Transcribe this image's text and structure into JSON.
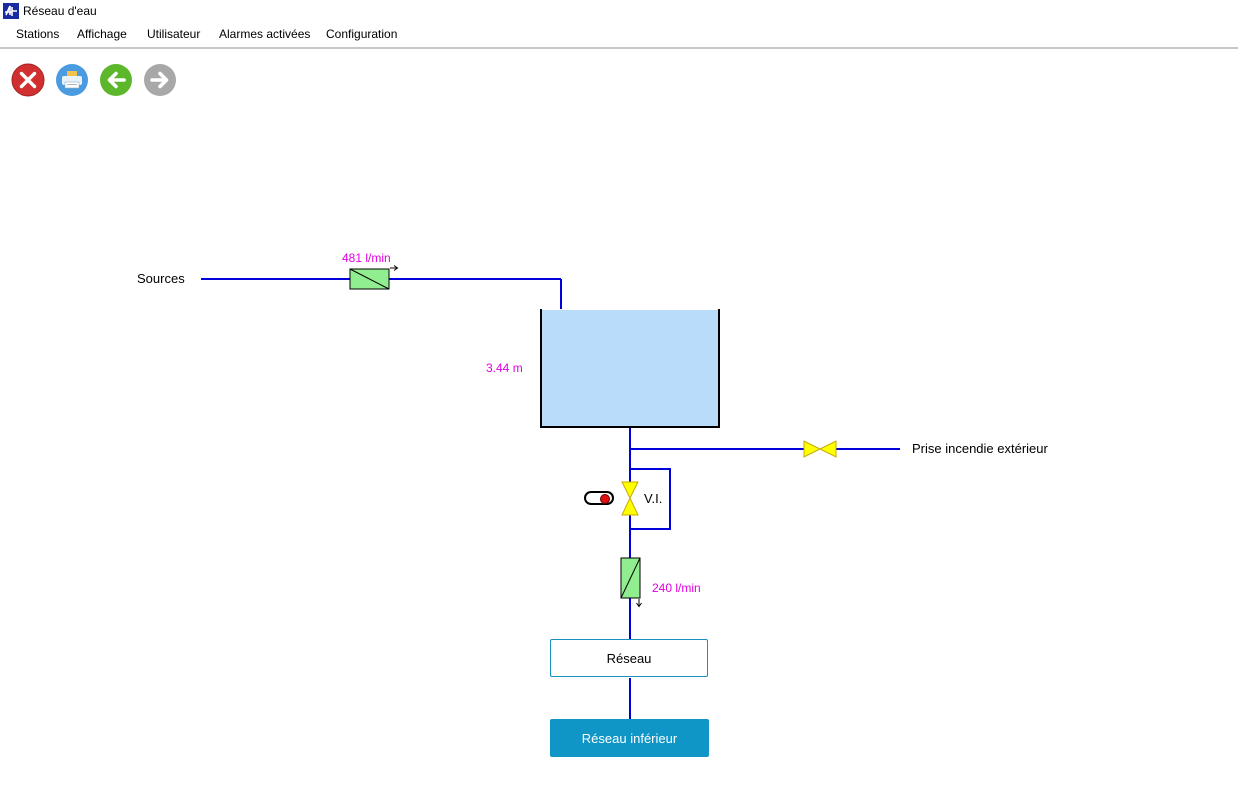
{
  "window": {
    "title": "Réseau d'eau",
    "icon": "app-logo-icon"
  },
  "menu": [
    "Stations",
    "Affichage",
    "Utilisateur",
    "Alarmes activées",
    "Configuration"
  ],
  "toolbar": [
    {
      "name": "close-button",
      "icon": "close-icon",
      "color": "#d03030"
    },
    {
      "name": "print-button",
      "icon": "printer-icon",
      "color": "#4a9be0"
    },
    {
      "name": "back-button",
      "icon": "arrow-left-icon",
      "color": "#5cb82a"
    },
    {
      "name": "forward-button",
      "icon": "arrow-right-icon",
      "color": "#a8a8a8"
    }
  ],
  "diagram": {
    "sources_label": "Sources",
    "inlet_flow": "481 l/min",
    "tank_level": "3.44 m",
    "fire_hydrant_label": "Prise incendie extérieur",
    "valve_label": "V.I.",
    "outlet_flow": "240 l/min",
    "reseau_label": "Réseau",
    "reseau_inferieur_label": "Réseau inférieur",
    "valve_state": "closed",
    "colors": {
      "pipe": "#0000dd",
      "tank_water": "#b8dcfa",
      "flow_meter": "#90ee90",
      "valve": "#ffff00",
      "value_text": "#e000e0",
      "alarm_dot": "#e01010",
      "primary_button": "#0f96c6"
    }
  }
}
